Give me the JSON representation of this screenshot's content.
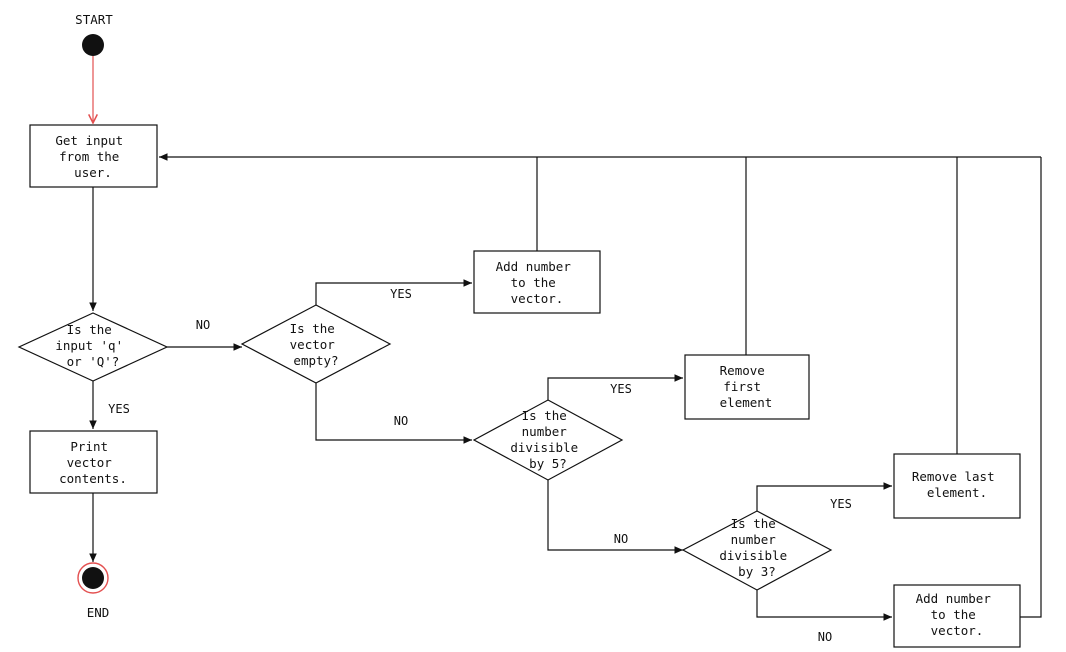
{
  "diagram": {
    "start_label": "START",
    "end_label": "END",
    "nodes": {
      "get_input": [
        "Get input",
        "from the",
        "user."
      ],
      "is_q": [
        "Is the",
        "input 'q'",
        "or 'Q'?"
      ],
      "print": [
        "Print",
        "vector",
        "contents."
      ],
      "vector_empty": [
        "Is the",
        "vector",
        "empty?"
      ],
      "add_number_1": [
        "Add number",
        "to the",
        "vector."
      ],
      "remove_first": [
        "Remove",
        "first",
        "element"
      ],
      "div5": [
        "Is the",
        "number",
        "divisible",
        "by 5?"
      ],
      "remove_last": [
        "Remove last",
        "element."
      ],
      "div3": [
        "Is the",
        "number",
        "divisible",
        "by 3?"
      ],
      "add_number_2": [
        "Add number",
        "to the",
        "vector."
      ]
    },
    "edge_labels": {
      "q_no": "NO",
      "q_yes": "YES",
      "empty_yes": "YES",
      "empty_no": "NO",
      "div5_yes": "YES",
      "div5_no": "NO",
      "div3_yes": "YES",
      "div3_no": "NO"
    },
    "colors": {
      "line": "#111111",
      "start_edge": "#e35050",
      "end_ring": "#e35050",
      "node_fill": "#ffffff"
    }
  }
}
